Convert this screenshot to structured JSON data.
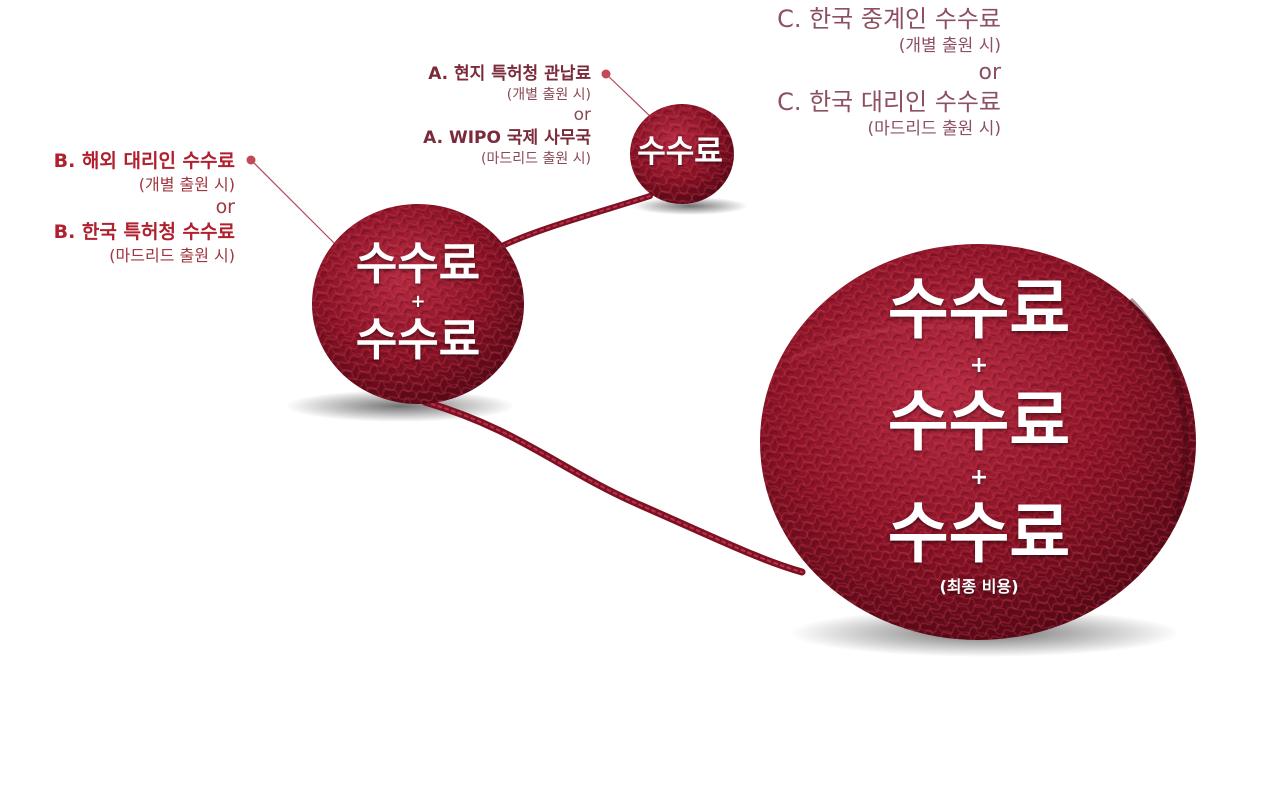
{
  "fee_text": "수수료",
  "plus_sign": "+",
  "small_ball": {
    "fees": [
      "수수료"
    ]
  },
  "medium_ball": {
    "fees": [
      "수수료",
      "수수료"
    ]
  },
  "large_ball": {
    "fees": [
      "수수료",
      "수수료",
      "수수료"
    ],
    "note": "(최종 비용)"
  },
  "labels": {
    "a": {
      "title1": "A. 현지 특허청 관납료",
      "sub1": "(개별 출원 시)",
      "or": "or",
      "title2": "A. WIPO 국제 사무국",
      "sub2": "(마드리드 출원 시)"
    },
    "b": {
      "title1": "B. 해외 대리인 수수료",
      "sub1": "(개별 출원 시)",
      "or": "or",
      "title2": "B. 한국 특허청 수수료",
      "sub2": "(마드리드 출원 시)"
    },
    "c": {
      "title1": "C. 한국 중계인 수수료",
      "sub1": "(개별 출원 시)",
      "or": "or",
      "title2": "C. 한국 대리인 수수료",
      "sub2": "(마드리드 출원 시)"
    }
  },
  "colors": {
    "yarn": "#8b1326",
    "yarn_dark": "#5a0a17",
    "yarn_light": "#b42a40",
    "label_a": "#7a2a38",
    "label_b": "#b0202e",
    "label_c": "#8c5060"
  }
}
